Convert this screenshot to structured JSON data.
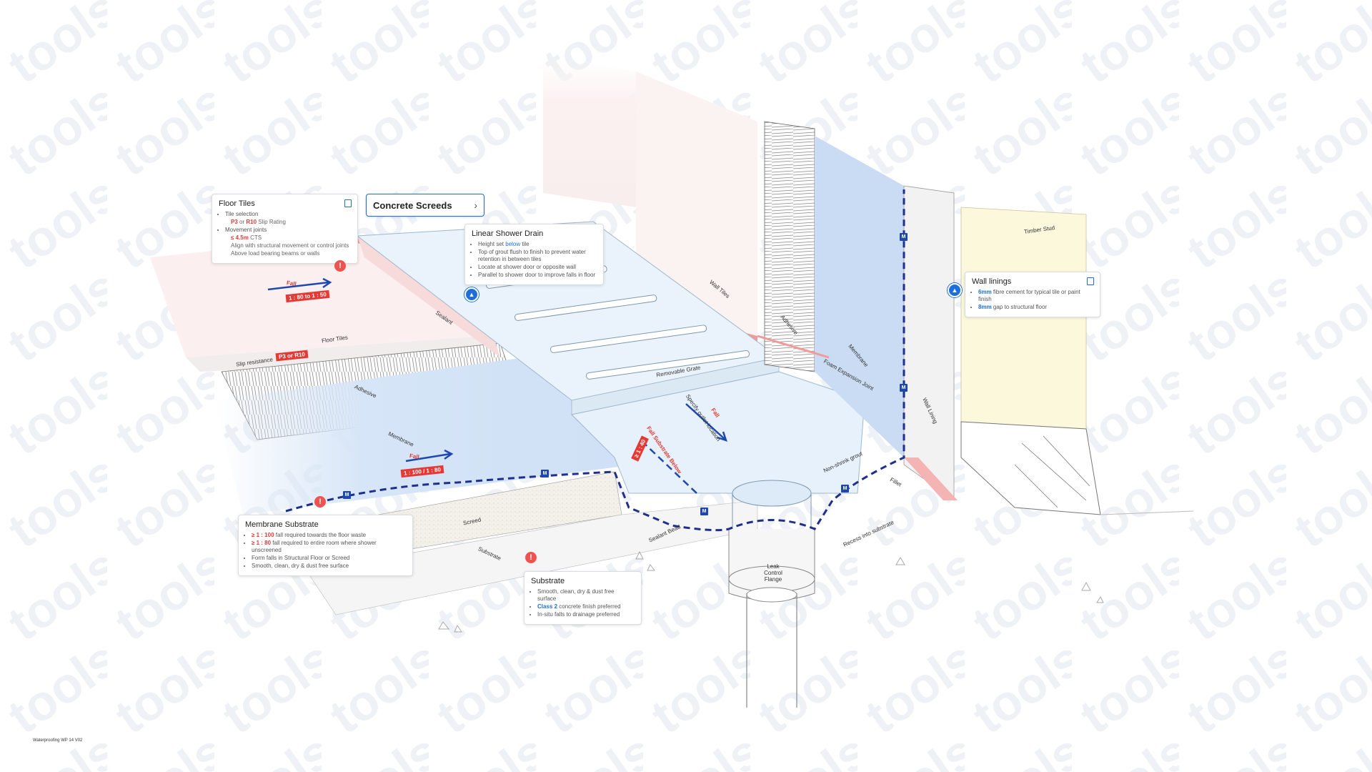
{
  "nav_button": {
    "label": "Concrete Screeds",
    "chevron": "›"
  },
  "cards": {
    "floor_tiles": {
      "title": "Floor Tiles",
      "icon": "tile-icon",
      "b1": "Tile selection",
      "b1_sub_a": "P3",
      "b1_sub_or": " or ",
      "b1_sub_b": "R10",
      "b1_sub_rest": " Slip Rating",
      "b2": "Movement joints",
      "b2_sub_a": "≤ 4.5m",
      "b2_sub_rest": " CTS",
      "b2_sub2": "Align with structural movement or control joints",
      "b2_sub3": "Above load bearing beams or walls"
    },
    "linear_drain": {
      "title": "Linear Shower Drain",
      "b1_a": "Height set ",
      "b1_b": "below",
      "b1_c": " tile",
      "b2": "Top of grout flush to finish to prevent water retention in between tiles",
      "b3": "Locate at shower door or opposite wall",
      "b4": "Parallel to shower door to improve falls in floor"
    },
    "wall_linings": {
      "title": "Wall linings",
      "icon": "tile-icon",
      "b1_a": "6mm",
      "b1_b": " fibre cement for typical tile or paint finish",
      "b2_a": "8mm",
      "b2_b": " gap to structural floor"
    },
    "membrane_substrate": {
      "title": "Membrane Substrate",
      "b1_a": "≥ 1 : 100",
      "b1_b": " fall required towards the floor waste",
      "b2_a": "≥ 1 : 80",
      "b2_b": " fall required to entire room where shower unscreened",
      "b3": "Form falls in Structural Floor or Screed",
      "b4": "Smooth, clean, dry & dust free surface"
    },
    "substrate": {
      "title": "Substrate",
      "b1": "Smooth, clean, dry & dust free surface",
      "b2_a": "Class 2",
      "b2_b": " concrete finish preferred",
      "b3": "In-situ falls to drainage preferred"
    }
  },
  "labels": {
    "sealant": "Sealant",
    "floor_tiles": "Floor Tiles",
    "slip_resistance": "Slip resistance",
    "adhesive_floor": "Adhesive",
    "membrane": "Membrane",
    "screed": "Screed",
    "substrate": "Substrate",
    "wall_tiles": "Wall Tiles",
    "adhesive_wall": "Adhesive",
    "removable_grate": "Removable Grate",
    "foam_expansion_joint": "Foam Expansion Joint",
    "membrane_wall": "Membrane",
    "wall_lining": "Wall Lining",
    "timber_stud": "Timber Stud",
    "non_shrink_grout": "Non-shrink grout",
    "fillet": "Fillet",
    "sealant_bead": "Sealant Bead",
    "recess_into_substrate": "Recess into substrate",
    "leak_control_flange": "Leak Control Flange",
    "specify_outlet_location": "Specify outlet location",
    "fall_top": "Fall",
    "fall_membrane": "Fall",
    "fall_drain": "Fall",
    "fall_substrate_below": "Fall Substrate Below"
  },
  "ratios": {
    "tiles_fall": "1 : 80 to 1 : 50",
    "slip": "P3 or R10",
    "membrane_fall": "1 : 100 / 1 : 80",
    "substrate_fall": "≥ 1 : 40"
  },
  "badges": {
    "m": "M",
    "alert": "!"
  },
  "footer": "Waterproofing WP 14 V02",
  "watermark": "tools",
  "colors": {
    "accent_blue": "#1e6fd9",
    "membrane_dash": "#1e2f8c",
    "alert_red": "#e53935",
    "membrane_fill": "#cfe0f6",
    "wall_pink": "#f4c7c7",
    "timber_yellow": "#fbf8dc"
  }
}
